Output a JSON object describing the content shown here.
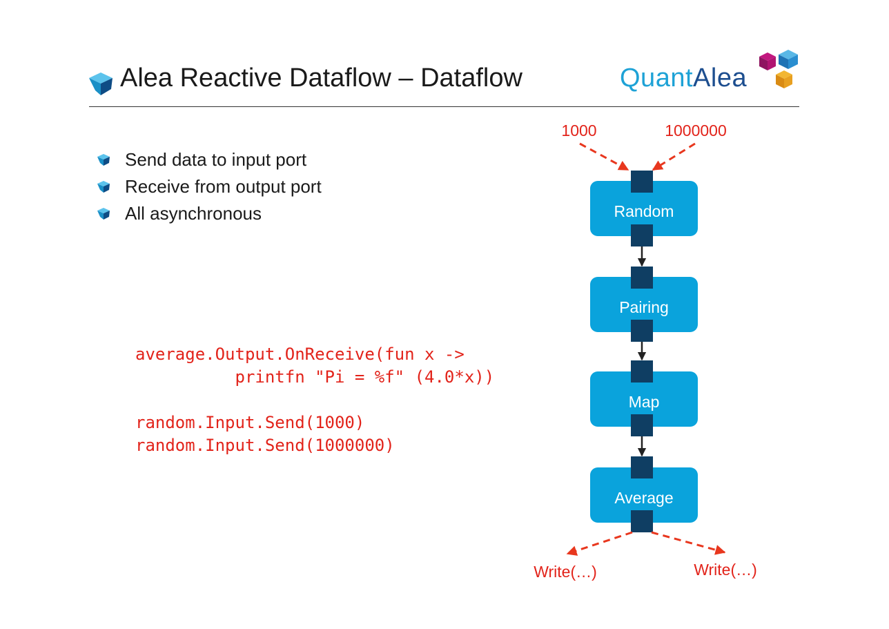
{
  "slide": {
    "title": "Alea Reactive Dataflow – Dataflow",
    "logo": {
      "part1": "Quant",
      "part2": "Alea"
    }
  },
  "bullets": [
    {
      "text": "Send data to input port"
    },
    {
      "text": "Receive from output port"
    },
    {
      "text": "All asynchronous"
    }
  ],
  "code": {
    "lines": [
      "average.Output.OnReceive(fun x ->",
      "          printfn \"Pi = %f\" (4.0*x))",
      "",
      "random.Input.Send(1000)",
      "random.Input.Send(1000000)"
    ]
  },
  "diagram": {
    "inputs": [
      "1000",
      "1000000"
    ],
    "nodes": [
      {
        "label": "Random"
      },
      {
        "label": "Pairing"
      },
      {
        "label": "Map"
      },
      {
        "label": "Average"
      }
    ],
    "outputs": [
      "Write(…)",
      "Write(…)"
    ]
  },
  "colors": {
    "node_fill": "#0aa3dc",
    "port_fill": "#0f3e63",
    "annotation_red": "#e2231a",
    "text": "#1a1a1a"
  }
}
